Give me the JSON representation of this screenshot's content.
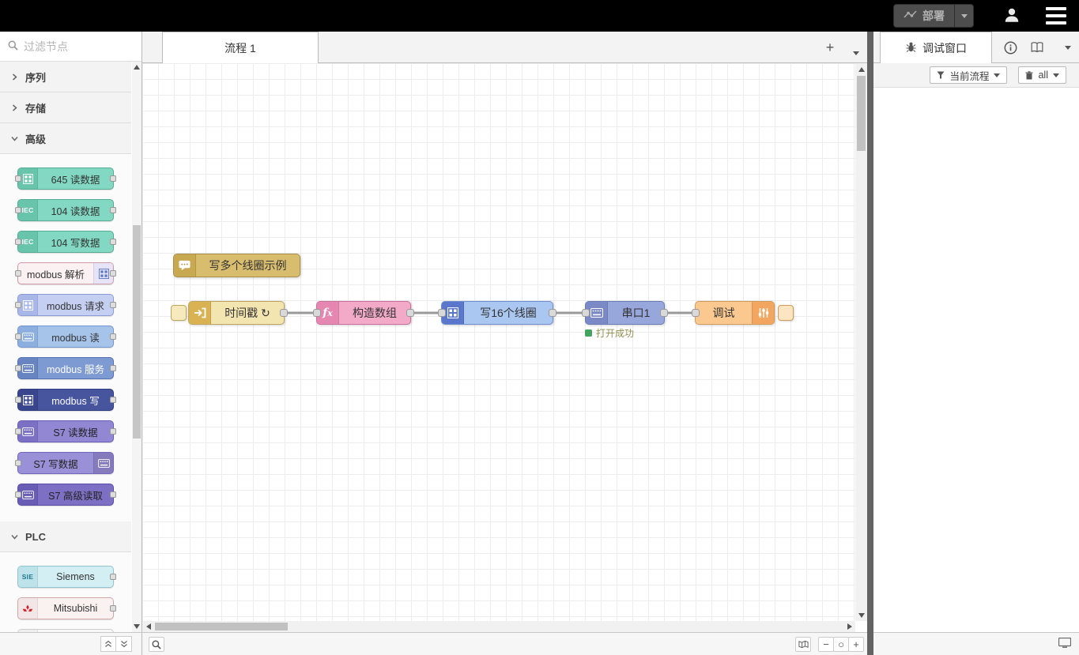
{
  "header": {
    "deploy_label": "部署",
    "deploy_bg": "#4d4d4d",
    "bg": "#000000"
  },
  "icons": {
    "deploy": "line-chart",
    "user": "person-silhouette",
    "menu": "hamburger",
    "search": "magnifier",
    "debug_tab": "bug",
    "info_tab": "circled-i",
    "docs_tab": "book",
    "filter": "funnel",
    "clear": "trash"
  },
  "palette": {
    "search_placeholder": "过滤节点",
    "categories": {
      "seq": "序列",
      "storage": "存储",
      "advanced": "高级",
      "plc": "PLC"
    },
    "adv": [
      {
        "label": "645 读数据",
        "color": "#82d8c3",
        "border": "#56ab93",
        "text": "#333333",
        "icon_bg": "#68c4ab"
      },
      {
        "label": "104 读数据",
        "color": "#82d8c3",
        "border": "#56ab93",
        "text": "#333333",
        "icon_bg": "#68c4ab",
        "icon_text": "IEC"
      },
      {
        "label": "104 写数据",
        "color": "#82d8c3",
        "border": "#56ab93",
        "text": "#333333",
        "icon_bg": "#68c4ab",
        "icon_text": "IEC"
      },
      {
        "label": "modbus 解析",
        "color": "#fbf0f2",
        "border": "#cf9aa6",
        "text": "#333333",
        "icon_bg": "#e7e3f8"
      },
      {
        "label": "modbus 请求",
        "color": "#c5cff1",
        "border": "#8b9bd8",
        "text": "#333333",
        "icon_bg": "#a9b6e8"
      },
      {
        "label": "modbus 读",
        "color": "#a6c3ea",
        "border": "#7195cc",
        "text": "#333333",
        "icon_bg": "#8cafdf"
      },
      {
        "label": "modbus 服务",
        "color": "#7e9ad2",
        "border": "#5371b2",
        "text": "#ffffff",
        "icon_bg": "#6885c2"
      },
      {
        "label": "modbus 写",
        "color": "#47549e",
        "border": "#303c80",
        "text": "#ffffff",
        "icon_bg": "#39468e"
      },
      {
        "label": "S7 读数据",
        "color": "#9187d2",
        "border": "#695cb8",
        "text": "#222222",
        "icon_bg": "#7c70c4"
      },
      {
        "label": "S7 写数据",
        "color": "#9a90d8",
        "border": "#7266bd",
        "text": "#222222",
        "icon_bg": "#857abc"
      },
      {
        "label": "S7 高级读取",
        "color": "#7d70c4",
        "border": "#5a4da8",
        "text": "#222222",
        "icon_bg": "#695cb4"
      }
    ],
    "plc": [
      {
        "label": "Siemens",
        "color": "#d3eff4",
        "border": "#93c3cf",
        "text": "#333333",
        "icon_bg": "#bde2ea",
        "icon_text": "SIE"
      },
      {
        "label": "Mitsubishi",
        "color": "#faf1f1",
        "border": "#d0a8a8",
        "text": "#333333",
        "icon_bg": "#f3e6e6"
      }
    ]
  },
  "workspace": {
    "tab_label": "流程 1",
    "add_tab_label": "+",
    "comment": {
      "label": "写多个线圈示例",
      "color": "#d9bd6e",
      "border": "#a8904a",
      "icon_bg": "#c8a952"
    },
    "inject": {
      "label": "时间戳 ↻",
      "color": "#f3e5b0",
      "border": "#bfa558",
      "icon_bg": "#d9b254",
      "button_bg": "#f6e9bd"
    },
    "function": {
      "label": "构造数组",
      "color": "#f3aac8",
      "border": "#cd6f9e",
      "icon_bg": "#e687b1"
    },
    "coil": {
      "label": "写16个线圈",
      "color": "#aac7f2",
      "border": "#6e8ecf",
      "icon_bg": "#5a77cb"
    },
    "serial": {
      "label": "串口1",
      "color": "#97a6db",
      "border": "#6a7bb9",
      "icon_bg": "#7b8ac7",
      "status_text": "打开成功",
      "status_color": "#43a35f",
      "status_text_color": "#8f9150"
    },
    "debug": {
      "label": "调试",
      "color": "#fbc98f",
      "border": "#d49a57",
      "icon_bg": "#f2a65f",
      "button_bg": "#fde4c2"
    },
    "wire_color": "#999999"
  },
  "sidebar": {
    "tab_label": "调试窗口",
    "filter_label": "当前流程",
    "all_label": "all"
  }
}
